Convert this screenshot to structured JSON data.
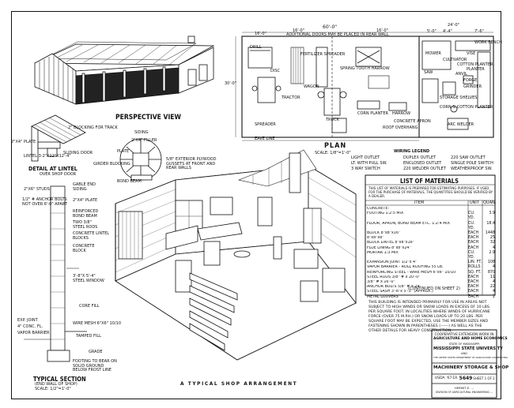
{
  "perspective": {
    "title": "PERSPECTIVE VIEW"
  },
  "plan": {
    "title": "PLAN",
    "scale": "SCALE: 1/8\"=1'-0\"",
    "dims": [
      "60'-0\"",
      "16'-0\"",
      "16'-0\"",
      "16'-0\"",
      "24'-0\"",
      "5'-0\"",
      "7'-6\"",
      "4'-4\"",
      "30'-0\""
    ],
    "note": "ADDITIONAL DOORS MAY BE PLACED IN REAR WALL",
    "labels": [
      "FERTILIZER SPREADER",
      "DRILL",
      "SPRING TOOTH HARROW",
      "DISC",
      "COTTON PLANTER",
      "WAGON",
      "TRACTOR",
      "TRUCK",
      "CORN PLANTER",
      "HARROW",
      "SPREADER",
      "EAVE LINE",
      "ROOF OVERHANG",
      "CONCRETE APRON",
      "STORAGE SHELVES",
      "ARC WELDER",
      "GRINDER",
      "WORK BENCH",
      "VISE",
      "SAW",
      "ANVIL",
      "FORGE",
      "CORN & COTTON PLANTER",
      "MOWER",
      "CULTIVATOR",
      "PLANTER"
    ]
  },
  "wiring": {
    "title": "WIRING LEGEND",
    "items": [
      "LIGHT OUTLET",
      "DUPLEX OUTLET",
      "220 SAW OUTLET",
      "LT. WITH PULL SW.",
      "ENCLOSED OUTLET",
      "SINGLE POLE SWITCH",
      "3 WAY SWITCH",
      "220 WELDER OUTLET",
      "WEATHERPROOF SW."
    ]
  },
  "lintel": {
    "title": "DETAIL AT LINTEL",
    "subtitle": "OVER SHOP DOOR",
    "labels": [
      "2\" BLOCKING FOR TRACK",
      "2\"x4\" PLATE",
      "LINTEL 3-2\"x12\"x12'-4\"",
      "SLIDING DOOR"
    ]
  },
  "truss": {
    "labels": [
      "SIDING",
      "2\"x4\" FILLER",
      "PLATE",
      "GIRDER BLOCKING",
      "BOND BEAM",
      "5/8\" EXTERIOR PLYWOOD GUSSETS AT FRONT AND REAR WALLS"
    ]
  },
  "section": {
    "title": "TYPICAL SECTION",
    "subtitle": "(END WALL OF SHOP)",
    "scale": "SCALE: 1/2\"=1'-0\"",
    "labels": [
      "2\"x6\" STUDS",
      "1/2\" # ANCHOR BOLTS NOT OVER 6'-0\" APART",
      "GABLE END SIDING",
      "2\"x4\" PLATE",
      "REINFORCED BOND BEAM",
      "TWO 3/8\" STEEL RODS",
      "CONCRETE LINTEL BLOCKS",
      "CONCRETE BLOCK",
      "3'-8\"x 5'-4\" STEEL WINDOW",
      "CORE FILL",
      "WIRE MESH 6\"x6\" 10/10",
      "TAMPED FILL",
      "EXP. JOINT",
      "4\" CONC. FL.",
      "VAPOR BARRIER",
      "GRADE",
      "FOOTING TO BEAR ON SOLID GROUND BELOW FROST LINE"
    ]
  },
  "arrangement": {
    "title": "A TYPICAL SHOP ARRANGEMENT"
  },
  "materials": {
    "title": "LIST OF MATERIALS",
    "intro": "THIS LIST OF MATERIALS IS PREPARED FOR ESTIMATING PURPOSES. IF USED FOR THE PURCHASE OF MATERIALS, THE QUANTITIES SHOULD BE VERIFIED BY A DEALER.",
    "headers": [
      "ITEM",
      "UNIT",
      "QUAN."
    ],
    "group": "CONCRETE:",
    "rows": [
      {
        "item": "FOOTING 1:2:5 MIX",
        "unit": "CU. YD.",
        "quan": "3.9"
      },
      {
        "item": "FLOOR, APRON, BOND BEAM ETC. 1:2:4 MIX",
        "unit": "CU. YD.",
        "quan": "18.4"
      },
      {
        "item": "BLOCK 8\"x8\"x16\"",
        "unit": "EACH",
        "quan": "1448"
      },
      {
        "item": "8\"x8\"x8\"",
        "unit": "EACH",
        "quan": "25"
      },
      {
        "item": "BLOCK LINTEL 8\"x8\"x16\"",
        "unit": "EACH",
        "quan": "32"
      },
      {
        "item": "FLUE LINING 8\"x8\"x24\"",
        "unit": "EACH",
        "quan": "4"
      },
      {
        "item": "MORTAR 1:3 MIX",
        "unit": "CU. YD.",
        "quan": "2.9"
      },
      {
        "item": "EXPANSION JOINT 1/2\"x 4\"",
        "unit": "LIN. FT.",
        "quan": "108"
      },
      {
        "item": "VAPOR BARRIER - ROLL ROOFING 55 LB.",
        "unit": "ROLLS",
        "quan": "4"
      },
      {
        "item": "REINFORCING STEEL - WIRE MESH 6\"x6\" 10/10",
        "unit": "SQ. FT.",
        "quan": "870"
      },
      {
        "item": "STEEL RODS 3/8\" # x 20'-0\"",
        "unit": "EACH",
        "quan": "11"
      },
      {
        "item": "3/8\" # x 16'-0\"",
        "unit": "EACH",
        "quan": "4"
      },
      {
        "item": "ANCHOR BOLTS 5/8\" # x 24\"",
        "unit": "EACH",
        "quan": "22"
      },
      {
        "item": "STEEL SASH 3'-8\"x 5'-3\" (APPROX.)",
        "unit": "EACH",
        "quan": "4"
      },
      {
        "item": "METAL LOUVERS",
        "unit": "EACH",
        "quan": "2"
      }
    ],
    "continued": "(CONTINUED ON SHEET 2)"
  },
  "note": "THIS BUILDING IS INTENDED PRIMARILY FOR USE IN AREAS NOT SUBJECT TO HIGH WINDS OR SNOW LOADS IN EXCESS OF 10 LBS. PER SQUARE FOOT. IN LOCALITIES WHERE WINDS OF HURRICANE FORCE (OVER 75 M.P.H.) OR SNOW LOADS UP TO 20 LBS. PER SQUARE FOOT MAY BE EXPECTED, USE THE MEMBER SIZES AND FASTENING SHOWN IN PARENTHESES (------) AS WELL AS THE OTHER DETAILS FOR HEAVY CONSTRUCTION.",
  "titleblock": {
    "line1": "COOPERATIVE EXTENSION WORK IN",
    "line2": "AGRICULTURE AND HOME ECONOMICS",
    "line3": "STATE OF MISSISSIPPI",
    "university": "MISSISSIPPI STATE UNIVERSITY",
    "line5": "AND",
    "line6": "THE UNITED STATES DEPARTMENT OF AGRICULTURE COOPERATING",
    "drawing_title": "MACHINERY STORAGE & SHOP",
    "usda": "USDA",
    "year": "'67",
    "ex": "EX.",
    "number": "5649",
    "sheet": "SHEET 1 OF 2",
    "drawn_by": "HERMIT E. ...",
    "dept": "DIVISION OF AGRICULTURAL ENGINEERING ..."
  },
  "colors": {
    "ink": "#111111",
    "paper": "#ffffff"
  }
}
